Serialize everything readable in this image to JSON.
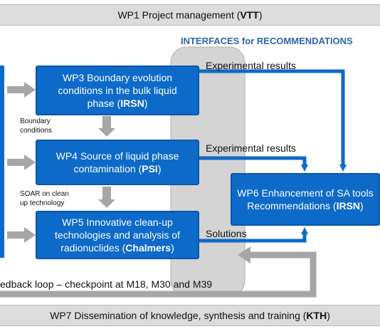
{
  "wp1": {
    "text": "WP1 Project management (",
    "org": "VTT",
    "close": ")"
  },
  "interfaces_title": "INTERFACES for RECOMMENDATIONS",
  "wp3": {
    "line1": "WP3 Boundary evolution",
    "line2": "conditions in the bulk liquid",
    "line3": "phase (",
    "org": "IRSN",
    "close": ")"
  },
  "wp4": {
    "line1": "WP4 Source of liquid phase",
    "line2": "contamination (",
    "org": "PSI",
    "close": ")"
  },
  "wp5": {
    "line1": "WP5 Innovative clean-up",
    "line2": "technologies and analysis of",
    "line3": "radionuclides (",
    "org": "Chalmers",
    "close": ")"
  },
  "wp6": {
    "line1": "WP6 Enhancement of SA tools",
    "line2": "Recommendations (",
    "org": "IRSN",
    "close": ")"
  },
  "labels": {
    "experimental_results_1": "Experimental results",
    "experimental_results_2": "Experimental results",
    "solutions": "Solutions",
    "boundary_conditions_1": "Boundary",
    "boundary_conditions_2": "conditions",
    "soar_1": "SOAR on clean",
    "soar_2": "up technology",
    "feedback": "edback loop – checkpoint at M18, M30 and M39"
  },
  "wp7": {
    "text": "WP7 Dissemination of knowledge, synthesis and training (",
    "org": "KTH",
    "close": ")"
  },
  "colors": {
    "wp_fill": "#0d6ac8",
    "interface_band": "#d4d4d4",
    "gray_arrow": "#a6a6a6",
    "title_blue": "#2f64a6"
  }
}
